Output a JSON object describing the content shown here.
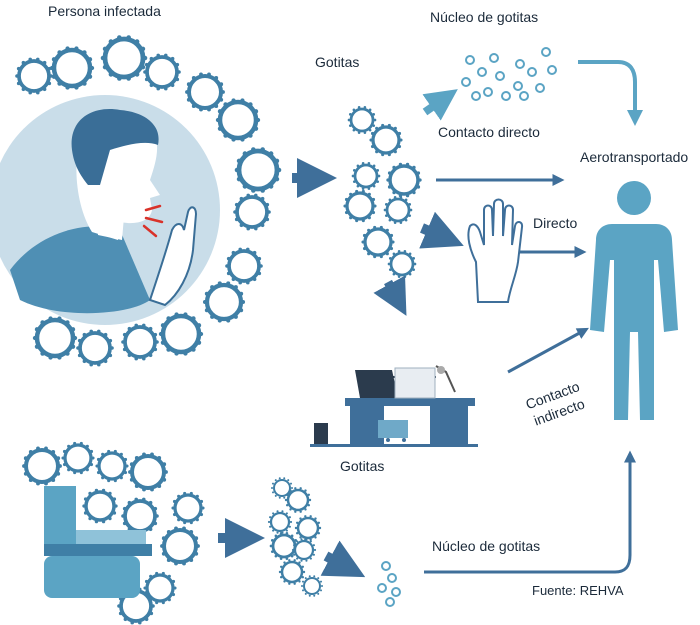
{
  "labels": {
    "infected_person": "Persona infectada",
    "droplets_top": "Gotitas",
    "droplet_nuclei_top": "Núcleo de gotitas",
    "direct_contact": "Contacto directo",
    "airborne": "Aerotransportado",
    "direct": "Directo",
    "indirect_contact_line1": "Contacto",
    "indirect_contact_line2": "indirecto",
    "droplets_bottom": "Gotitas",
    "droplet_nuclei_bottom": "Núcleo de gotitas",
    "source": "Fuente: REHVA"
  },
  "colors": {
    "virus_ring": "#3f7fa6",
    "virus_fill": "#ffffff",
    "arrow_dark": "#3f6f9a",
    "arrow_light": "#5ba4c4",
    "circle_bg": "#c9dde9",
    "skin": "#ffffff",
    "hair": "#3a6e97",
    "shirt": "#4f8fb4",
    "person_fill": "#5ba4c4",
    "desk": "#3f6f9a",
    "toilet": "#5ba4c4",
    "cough_red": "#d9322a"
  },
  "icons": [
    "virus-icon",
    "infected-person-icon",
    "hand-icon",
    "desk-icon",
    "toilet-icon",
    "standing-person-icon"
  ]
}
